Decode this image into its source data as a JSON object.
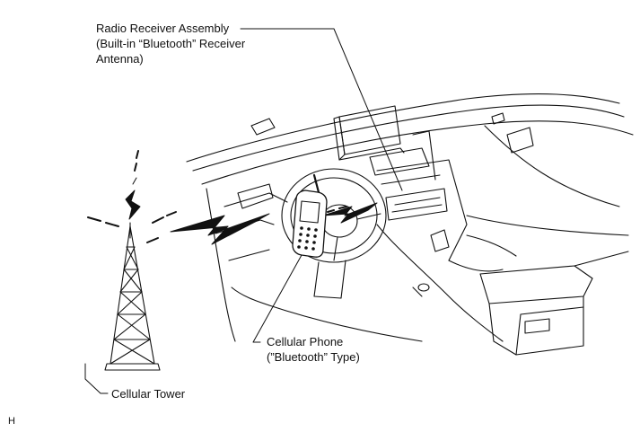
{
  "labels": {
    "radio_line1": "Radio Receiver Assembly",
    "radio_line2": "(Built-in “Bluetooth” Receiver",
    "radio_line3": "Antenna)",
    "phone_line1": "Cellular Phone",
    "phone_line2": "(”Bluetooth” Type)",
    "tower": "Cellular Tower",
    "corner_mark": "H"
  },
  "icons": [
    "cellular-tower-icon",
    "cellular-phone-icon",
    "signal-bolt-icon",
    "vehicle-dashboard-illustration"
  ]
}
